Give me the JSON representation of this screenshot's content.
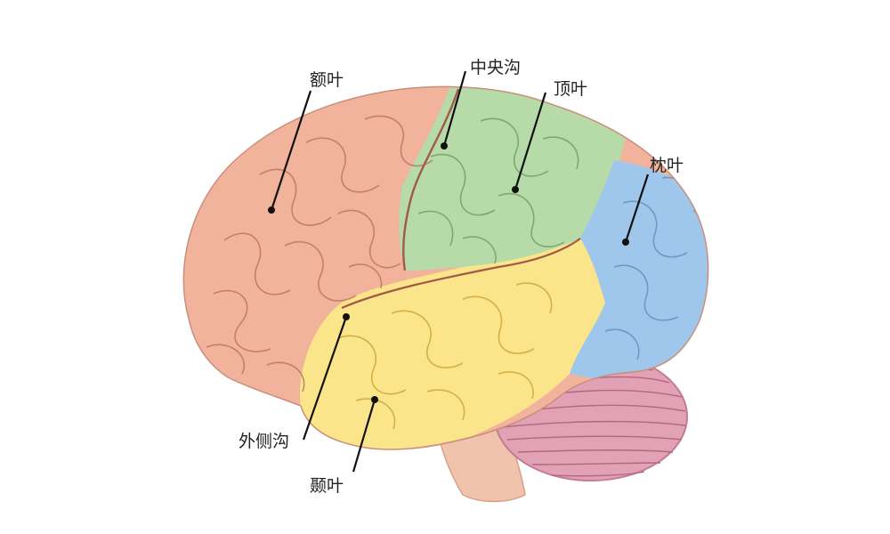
{
  "colors": {
    "background": "#ffffff",
    "frontal": "#f1b39c",
    "parietal": "#b6dba8",
    "occipital": "#9fc7ec",
    "temporal": "#fbe58a",
    "cerebellum": "#e1a2b6",
    "brainstem": "#f0c3ad",
    "sulcus_line": "#b56e5a",
    "leader_line": "#111111"
  },
  "labels": {
    "frontal_lobe": "额叶",
    "central_sulcus": "中央沟",
    "parietal_lobe": "顶叶",
    "occipital_lobe": "枕叶",
    "lateral_sulcus": "外侧沟",
    "temporal_lobe": "颞叶"
  }
}
